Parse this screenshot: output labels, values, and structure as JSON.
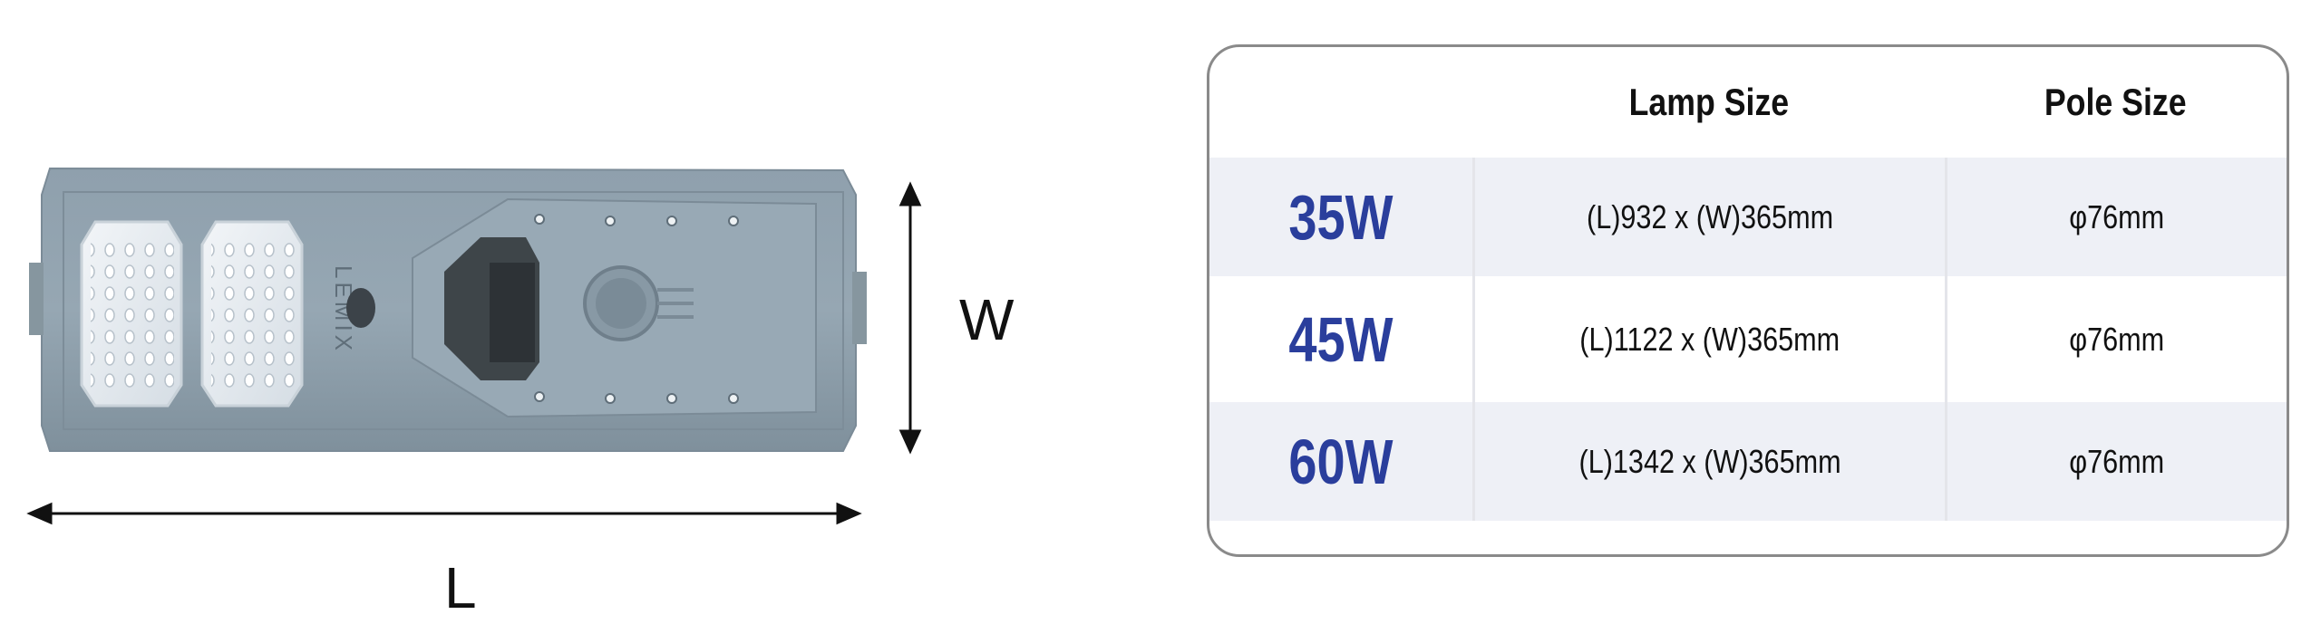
{
  "diagram": {
    "brand_logo": "LEMIX",
    "width_label": "W",
    "length_label": "L"
  },
  "table": {
    "headers": [
      "",
      "Lamp Size",
      "Pole Size"
    ],
    "rows": [
      {
        "power": "35W",
        "lamp_size": "(L)932 x (W)365mm",
        "pole_size": "φ76mm"
      },
      {
        "power": "45W",
        "lamp_size": "(L)1122 x (W)365mm",
        "pole_size": "φ76mm"
      },
      {
        "power": "60W",
        "lamp_size": "(L)1342 x (W)365mm",
        "pole_size": "φ76mm"
      }
    ]
  },
  "colors": {
    "power_text": "#2a3e9c",
    "row_shade": "#eef0f6",
    "lamp_body": "#8fa0ad"
  }
}
